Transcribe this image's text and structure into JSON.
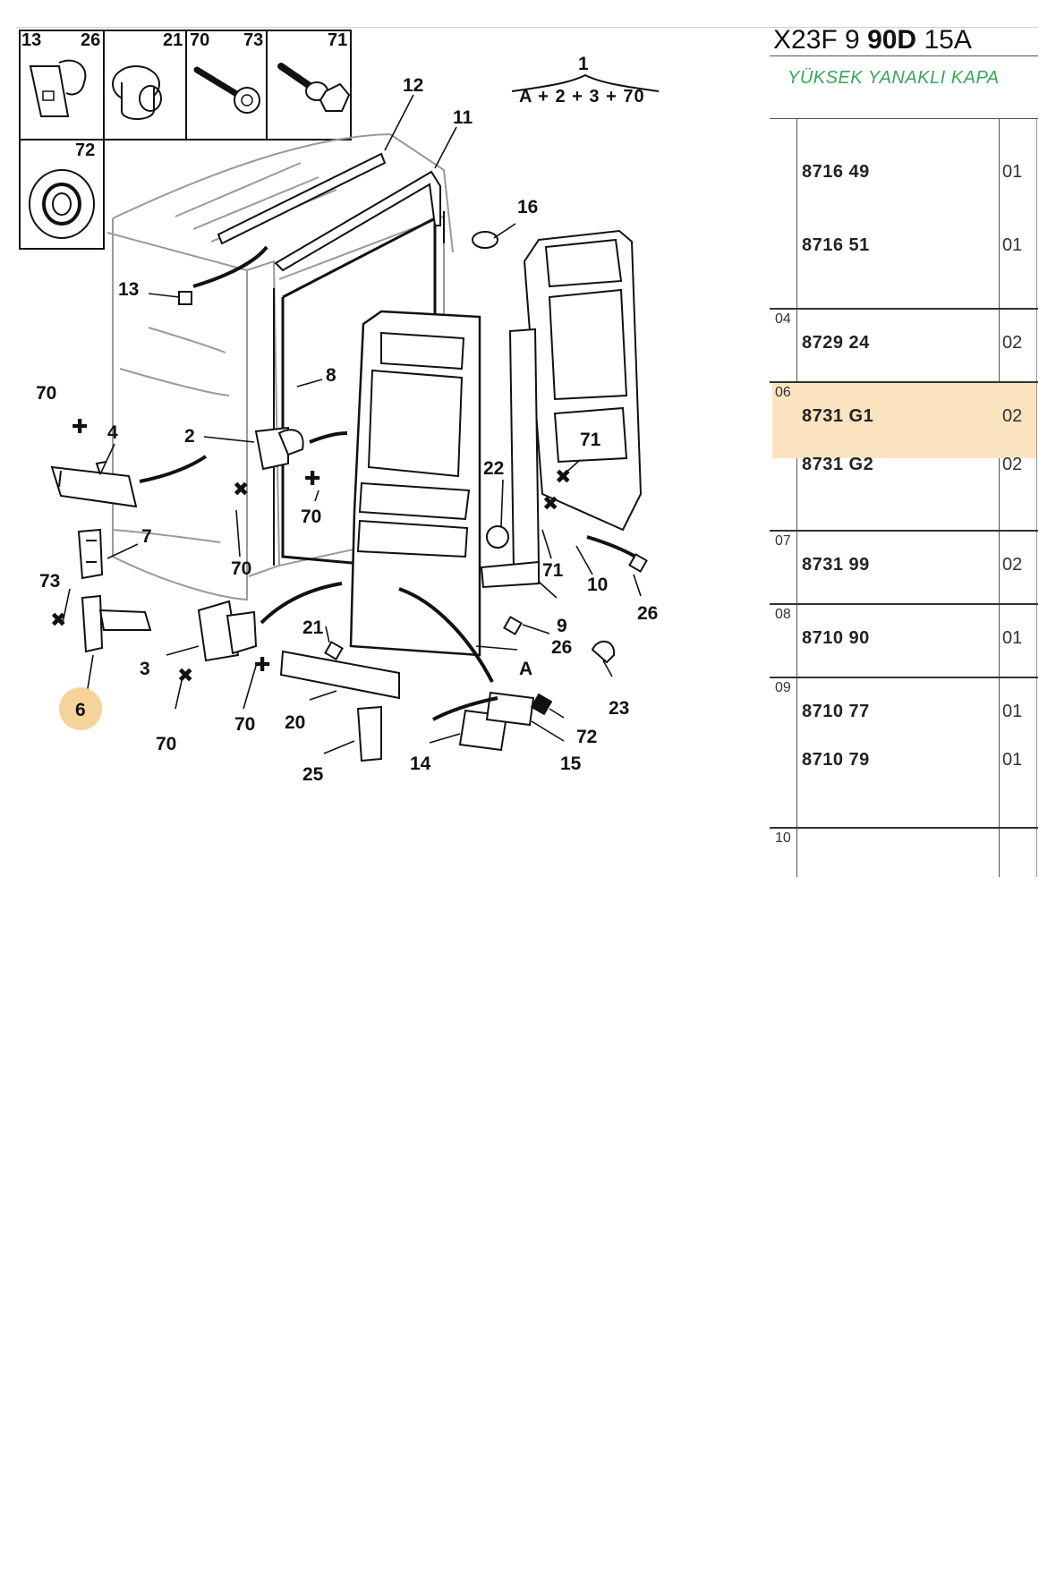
{
  "header": {
    "doc_code_prefix": "X23F 9 ",
    "doc_code_bold": "90D",
    "doc_code_suffix": " 15A",
    "title": "YÜKSEK YANAKLI KAPA"
  },
  "formula": {
    "number": "1",
    "text": "A + 2 + 3 + 70"
  },
  "fastener_boxes": [
    {
      "left": "13",
      "right": "26"
    },
    {
      "left": "",
      "right": "21"
    },
    {
      "left": "70",
      "right": "73"
    },
    {
      "left": "",
      "right": "71"
    },
    {
      "left": "72",
      "right": ""
    }
  ],
  "callouts": {
    "c2": "2",
    "c3": "3",
    "c4": "4",
    "c6": "6",
    "c7": "7",
    "c8": "8",
    "c9": "9",
    "c10": "10",
    "c11": "11",
    "c12": "12",
    "c13": "13",
    "c14": "14",
    "c15": "15",
    "c16": "16",
    "c20": "20",
    "c21": "21",
    "c22": "22",
    "c23": "23",
    "c25": "25",
    "c26a": "26",
    "c26b": "26",
    "c70a": "70",
    "c70b": "70",
    "c70c": "70",
    "c70d": "70",
    "c70e": "70",
    "c71a": "71",
    "c71b": "71",
    "c72": "72",
    "c73": "73",
    "cA": "A"
  },
  "highlight_color": "#f6d39a",
  "parts_list": [
    {
      "ref": "",
      "parts": [
        {
          "no": "8716 49",
          "qty": "01"
        },
        {
          "no": "8716 51",
          "qty": "01"
        }
      ]
    },
    {
      "ref": "04",
      "parts": [
        {
          "no": "8729 24",
          "qty": "02"
        }
      ]
    },
    {
      "ref": "06",
      "highlighted": true,
      "parts": [
        {
          "no": "8731 G1",
          "qty": "02"
        },
        {
          "no": "8731 G2",
          "qty": "02"
        }
      ]
    },
    {
      "ref": "07",
      "parts": [
        {
          "no": "8731 99",
          "qty": "02"
        }
      ]
    },
    {
      "ref": "08",
      "parts": [
        {
          "no": "8710 90",
          "qty": "01"
        }
      ]
    },
    {
      "ref": "09",
      "parts": [
        {
          "no": "8710 77",
          "qty": "01"
        },
        {
          "no": "8710 79",
          "qty": "01"
        }
      ]
    },
    {
      "ref": "10",
      "parts": []
    }
  ]
}
